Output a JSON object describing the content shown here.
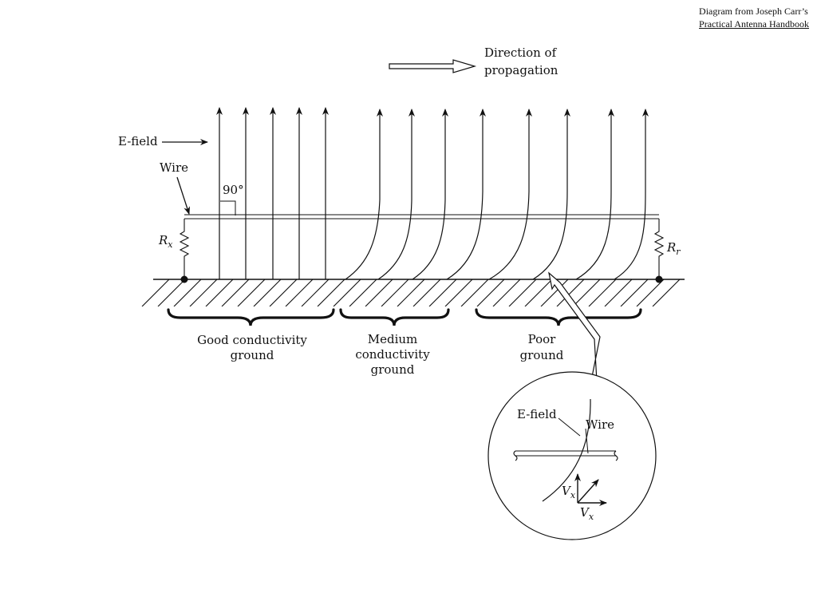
{
  "credit": {
    "line1": "Diagram from Joseph Carr’s",
    "line2": "Practical Antenna Handbook"
  },
  "labels": {
    "direction_line1": "Direction of",
    "direction_line2": "propagation",
    "efield": "E-field",
    "wire": "Wire",
    "angle": "90°",
    "rx_main": "R",
    "rx_sub": "x",
    "rr_main": "R",
    "rr_sub": "r"
  },
  "regions": [
    {
      "line1": "Good conductivity",
      "line2": "ground",
      "line3": ""
    },
    {
      "line1": "Medium",
      "line2": "conductivity",
      "line3": "ground"
    },
    {
      "line1": "Poor",
      "line2": "ground",
      "line3": ""
    }
  ],
  "inset": {
    "efield": "E-field",
    "wire": "Wire",
    "vx_main": "V",
    "vx_sub": "x"
  }
}
